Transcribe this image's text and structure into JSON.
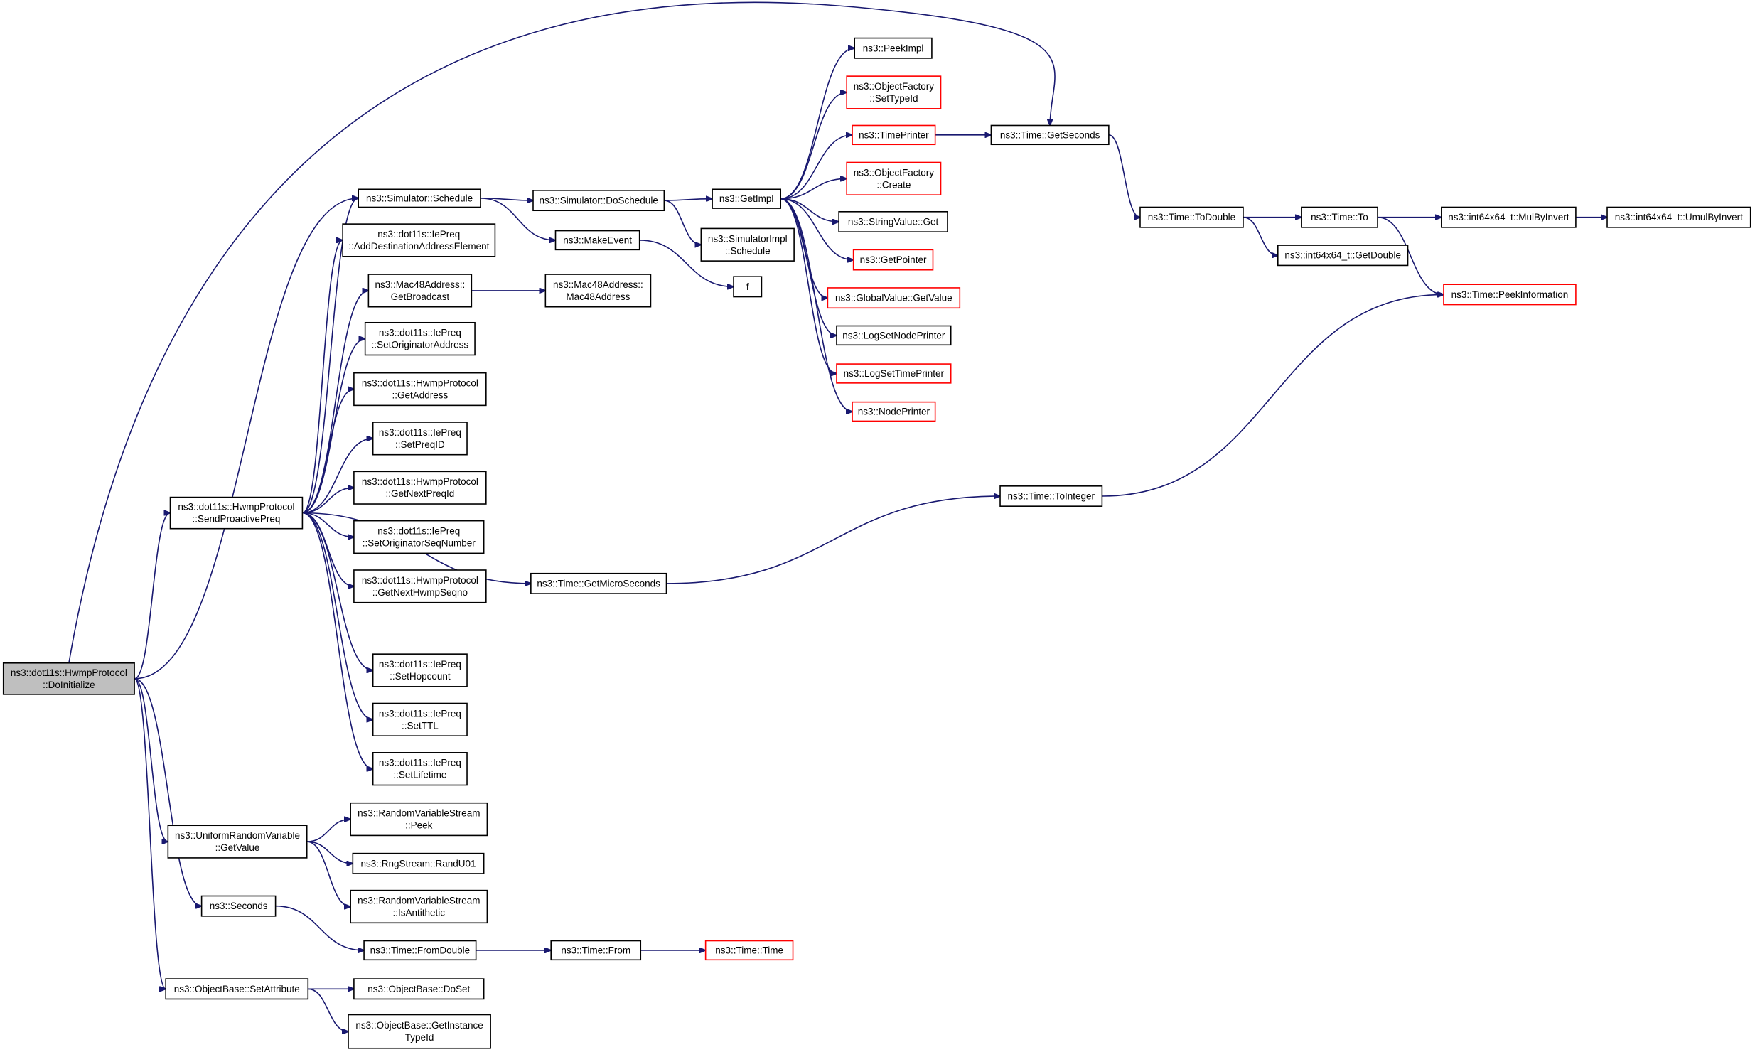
{
  "colors": {
    "edge": "#191970",
    "truncated_border": "#ff0000",
    "root_fill": "#bfbfbf"
  },
  "nodes": {
    "doinit": {
      "lines": [
        "ns3::dot11s::HwmpProtocol",
        "::DoInitialize"
      ],
      "style": "root"
    },
    "sched": {
      "lines": [
        "ns3::Simulator::Schedule"
      ],
      "style": "normal"
    },
    "sendpro": {
      "lines": [
        "ns3::dot11s::HwmpProtocol",
        "::SendProactivePreq"
      ],
      "style": "normal"
    },
    "urv": {
      "lines": [
        "ns3::UniformRandomVariable",
        "::GetValue"
      ],
      "style": "normal"
    },
    "seconds": {
      "lines": [
        "ns3::Seconds"
      ],
      "style": "normal"
    },
    "setattr": {
      "lines": [
        "ns3::ObjectBase::SetAttribute"
      ],
      "style": "normal"
    },
    "getsec": {
      "lines": [
        "ns3::Time::GetSeconds"
      ],
      "style": "normal"
    },
    "adddest": {
      "lines": [
        "ns3::dot11s::IePreq",
        "::AddDestinationAddressElement"
      ],
      "style": "normal"
    },
    "getbcast": {
      "lines": [
        "ns3::Mac48Address::",
        "GetBroadcast"
      ],
      "style": "normal"
    },
    "setorig": {
      "lines": [
        "ns3::dot11s::IePreq",
        "::SetOriginatorAddress"
      ],
      "style": "normal"
    },
    "getaddr": {
      "lines": [
        "ns3::dot11s::HwmpProtocol",
        "::GetAddress"
      ],
      "style": "normal"
    },
    "setpreqid": {
      "lines": [
        "ns3::dot11s::IePreq",
        "::SetPreqID"
      ],
      "style": "normal"
    },
    "getnextpreq": {
      "lines": [
        "ns3::dot11s::HwmpProtocol",
        "::GetNextPreqId"
      ],
      "style": "normal"
    },
    "setorigseq": {
      "lines": [
        "ns3::dot11s::IePreq",
        "::SetOriginatorSeqNumber"
      ],
      "style": "normal"
    },
    "getnexthwmp": {
      "lines": [
        "ns3::dot11s::HwmpProtocol",
        "::GetNextHwmpSeqno"
      ],
      "style": "normal"
    },
    "gethop": {
      "lines": [
        "ns3::dot11s::IePreq",
        "::SetHopcount"
      ],
      "style": "normal"
    },
    "setttl": {
      "lines": [
        "ns3::dot11s::IePreq",
        "::SetTTL"
      ],
      "style": "normal"
    },
    "setlife": {
      "lines": [
        "ns3::dot11s::IePreq",
        "::SetLifetime"
      ],
      "style": "normal"
    },
    "rvspeek": {
      "lines": [
        "ns3::RandomVariableStream",
        "::Peek"
      ],
      "style": "normal"
    },
    "randu01": {
      "lines": [
        "ns3::RngStream::RandU01"
      ],
      "style": "normal"
    },
    "isanti": {
      "lines": [
        "ns3::RandomVariableStream",
        "::IsAntithetic"
      ],
      "style": "normal"
    },
    "fromdouble": {
      "lines": [
        "ns3::Time::FromDouble"
      ],
      "style": "normal"
    },
    "doset": {
      "lines": [
        "ns3::ObjectBase::DoSet"
      ],
      "style": "normal"
    },
    "getinst": {
      "lines": [
        "ns3::ObjectBase::GetInstance",
        "TypeId"
      ],
      "style": "normal"
    },
    "dosched": {
      "lines": [
        "ns3::Simulator::DoSchedule"
      ],
      "style": "normal"
    },
    "makeevent": {
      "lines": [
        "ns3::MakeEvent"
      ],
      "style": "normal"
    },
    "mac48": {
      "lines": [
        "ns3::Mac48Address::",
        "Mac48Address"
      ],
      "style": "normal"
    },
    "getmicro": {
      "lines": [
        "ns3::Time::GetMicroSeconds"
      ],
      "style": "normal"
    },
    "timefrom": {
      "lines": [
        "ns3::Time::From"
      ],
      "style": "normal"
    },
    "getimpl": {
      "lines": [
        "ns3::GetImpl"
      ],
      "style": "normal"
    },
    "simimplsched": {
      "lines": [
        "ns3::SimulatorImpl",
        "::Schedule"
      ],
      "style": "normal"
    },
    "f": {
      "lines": [
        "f"
      ],
      "style": "normal"
    },
    "timetime": {
      "lines": [
        "ns3::Time::Time"
      ],
      "style": "red"
    },
    "peekimpl": {
      "lines": [
        "ns3::PeekImpl"
      ],
      "style": "normal"
    },
    "ofsettype": {
      "lines": [
        "ns3::ObjectFactory",
        "::SetTypeId"
      ],
      "style": "red"
    },
    "timeprinter": {
      "lines": [
        "ns3::TimePrinter"
      ],
      "style": "red"
    },
    "ofcreate": {
      "lines": [
        "ns3::ObjectFactory",
        "::Create"
      ],
      "style": "red"
    },
    "strget": {
      "lines": [
        "ns3::StringValue::Get"
      ],
      "style": "normal"
    },
    "getptr": {
      "lines": [
        "ns3::GetPointer"
      ],
      "style": "red"
    },
    "gvget": {
      "lines": [
        "ns3::GlobalValue::GetValue"
      ],
      "style": "red"
    },
    "logsetnode": {
      "lines": [
        "ns3::LogSetNodePrinter"
      ],
      "style": "normal"
    },
    "logsettime": {
      "lines": [
        "ns3::LogSetTimePrinter"
      ],
      "style": "red"
    },
    "nodeprinter": {
      "lines": [
        "ns3::NodePrinter"
      ],
      "style": "red"
    },
    "toint": {
      "lines": [
        "ns3::Time::ToInteger"
      ],
      "style": "normal"
    },
    "todouble": {
      "lines": [
        "ns3::Time::ToDouble"
      ],
      "style": "normal"
    },
    "timeto": {
      "lines": [
        "ns3::Time::To"
      ],
      "style": "normal"
    },
    "getdouble": {
      "lines": [
        "ns3::int64x64_t::GetDouble"
      ],
      "style": "normal"
    },
    "peekinfo": {
      "lines": [
        "ns3::Time::PeekInformation"
      ],
      "style": "red"
    },
    "mulbyinv": {
      "lines": [
        "ns3::int64x64_t::MulByInvert"
      ],
      "style": "normal"
    },
    "umulbyinv": {
      "lines": [
        "ns3::int64x64_t::UmulByInvert"
      ],
      "style": "normal"
    }
  },
  "edges": [
    [
      "doinit",
      "sched"
    ],
    [
      "doinit",
      "sendpro"
    ],
    [
      "doinit",
      "urv"
    ],
    [
      "doinit",
      "seconds"
    ],
    [
      "doinit",
      "setattr"
    ],
    [
      "doinit",
      "getsec"
    ],
    [
      "sendpro",
      "sched"
    ],
    [
      "sendpro",
      "adddest"
    ],
    [
      "sendpro",
      "getbcast"
    ],
    [
      "sendpro",
      "setorig"
    ],
    [
      "sendpro",
      "getaddr"
    ],
    [
      "sendpro",
      "setpreqid"
    ],
    [
      "sendpro",
      "getnextpreq"
    ],
    [
      "sendpro",
      "setorigseq"
    ],
    [
      "sendpro",
      "getnexthwmp"
    ],
    [
      "sendpro",
      "gethop"
    ],
    [
      "sendpro",
      "setttl"
    ],
    [
      "sendpro",
      "setlife"
    ],
    [
      "sendpro",
      "getmicro"
    ],
    [
      "sched",
      "dosched"
    ],
    [
      "sched",
      "makeevent"
    ],
    [
      "getbcast",
      "mac48"
    ],
    [
      "makeevent",
      "f"
    ],
    [
      "dosched",
      "getimpl"
    ],
    [
      "dosched",
      "simimplsched"
    ],
    [
      "getimpl",
      "peekimpl"
    ],
    [
      "getimpl",
      "ofsettype"
    ],
    [
      "getimpl",
      "timeprinter"
    ],
    [
      "getimpl",
      "ofcreate"
    ],
    [
      "getimpl",
      "strget"
    ],
    [
      "getimpl",
      "getptr"
    ],
    [
      "getimpl",
      "gvget"
    ],
    [
      "getimpl",
      "logsetnode"
    ],
    [
      "getimpl",
      "logsettime"
    ],
    [
      "getimpl",
      "nodeprinter"
    ],
    [
      "timeprinter",
      "getsec"
    ],
    [
      "getsec",
      "todouble"
    ],
    [
      "todouble",
      "timeto"
    ],
    [
      "todouble",
      "getdouble"
    ],
    [
      "timeto",
      "mulbyinv"
    ],
    [
      "timeto",
      "peekinfo"
    ],
    [
      "mulbyinv",
      "umulbyinv"
    ],
    [
      "getmicro",
      "toint"
    ],
    [
      "toint",
      "peekinfo"
    ],
    [
      "urv",
      "rvspeek"
    ],
    [
      "urv",
      "randu01"
    ],
    [
      "urv",
      "isanti"
    ],
    [
      "seconds",
      "fromdouble"
    ],
    [
      "fromdouble",
      "timefrom"
    ],
    [
      "timefrom",
      "timetime"
    ],
    [
      "setattr",
      "doset"
    ],
    [
      "setattr",
      "getinst"
    ]
  ]
}
